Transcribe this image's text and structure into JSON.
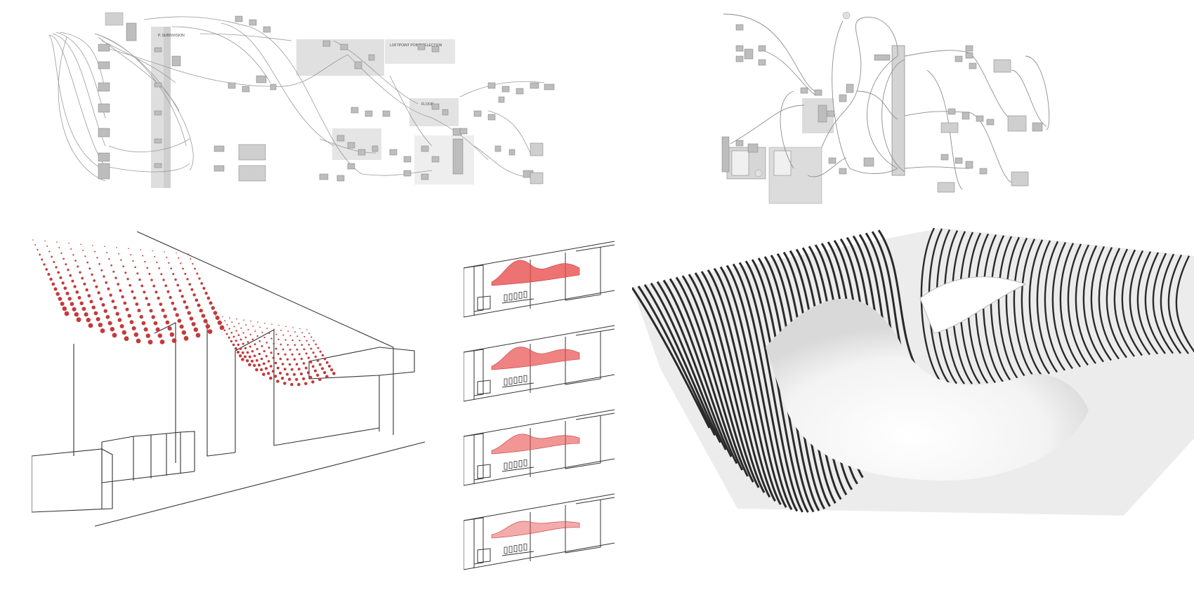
{
  "figure": {
    "panels": [
      {
        "id": "grasshopper-definition-left",
        "labels": [
          "P. SUBDIVISION",
          "LOFTPOINT POINT SELECTION",
          "FLOOR"
        ]
      },
      {
        "id": "grasshopper-definition-right",
        "labels": []
      },
      {
        "id": "interior-perspective",
        "labels": []
      },
      {
        "id": "section-variations",
        "labels": []
      },
      {
        "id": "fin-ceiling-render",
        "labels": []
      }
    ]
  },
  "colors": {
    "wire": "#8a8a8a",
    "node": "#bdbdbd",
    "group": "#dcdcdc",
    "line": "#333333",
    "accent": "#c23b3b",
    "surface": "#e8504f"
  }
}
